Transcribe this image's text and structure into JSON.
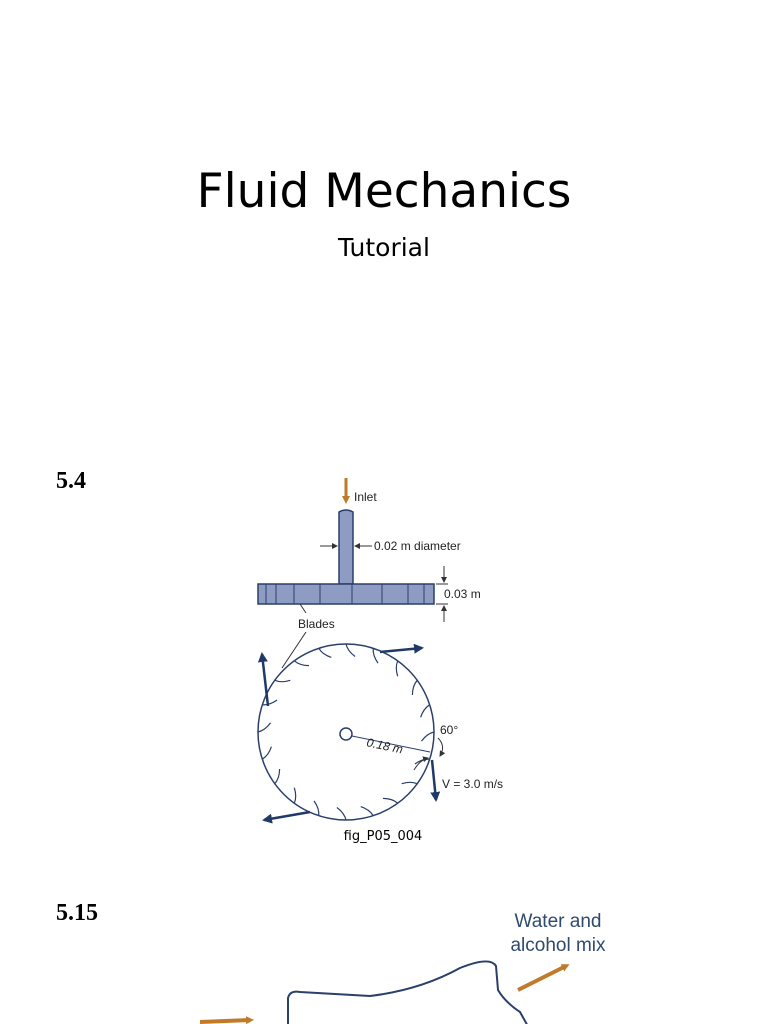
{
  "slide": {
    "title": "Fluid Mechanics",
    "subtitle": "Tutorial"
  },
  "problems": [
    {
      "number": "5.4",
      "labels": {
        "inlet": "Inlet",
        "diameter": "0.02 m diameter",
        "height": "0.03 m",
        "blades": "Blades",
        "angle": "60°",
        "radius": "0.18 m",
        "velocity": "V = 3.0 m/s"
      },
      "caption": "fig_P05_004"
    },
    {
      "number": "5.15",
      "labels": {
        "mix_line1": "Water and",
        "mix_line2": "alcohol mix"
      }
    }
  ],
  "colors": {
    "arrow": "#c07a2b",
    "outline": "#2a3f6a",
    "fill": "#8e9cc4",
    "text": "#2e4a6e"
  }
}
